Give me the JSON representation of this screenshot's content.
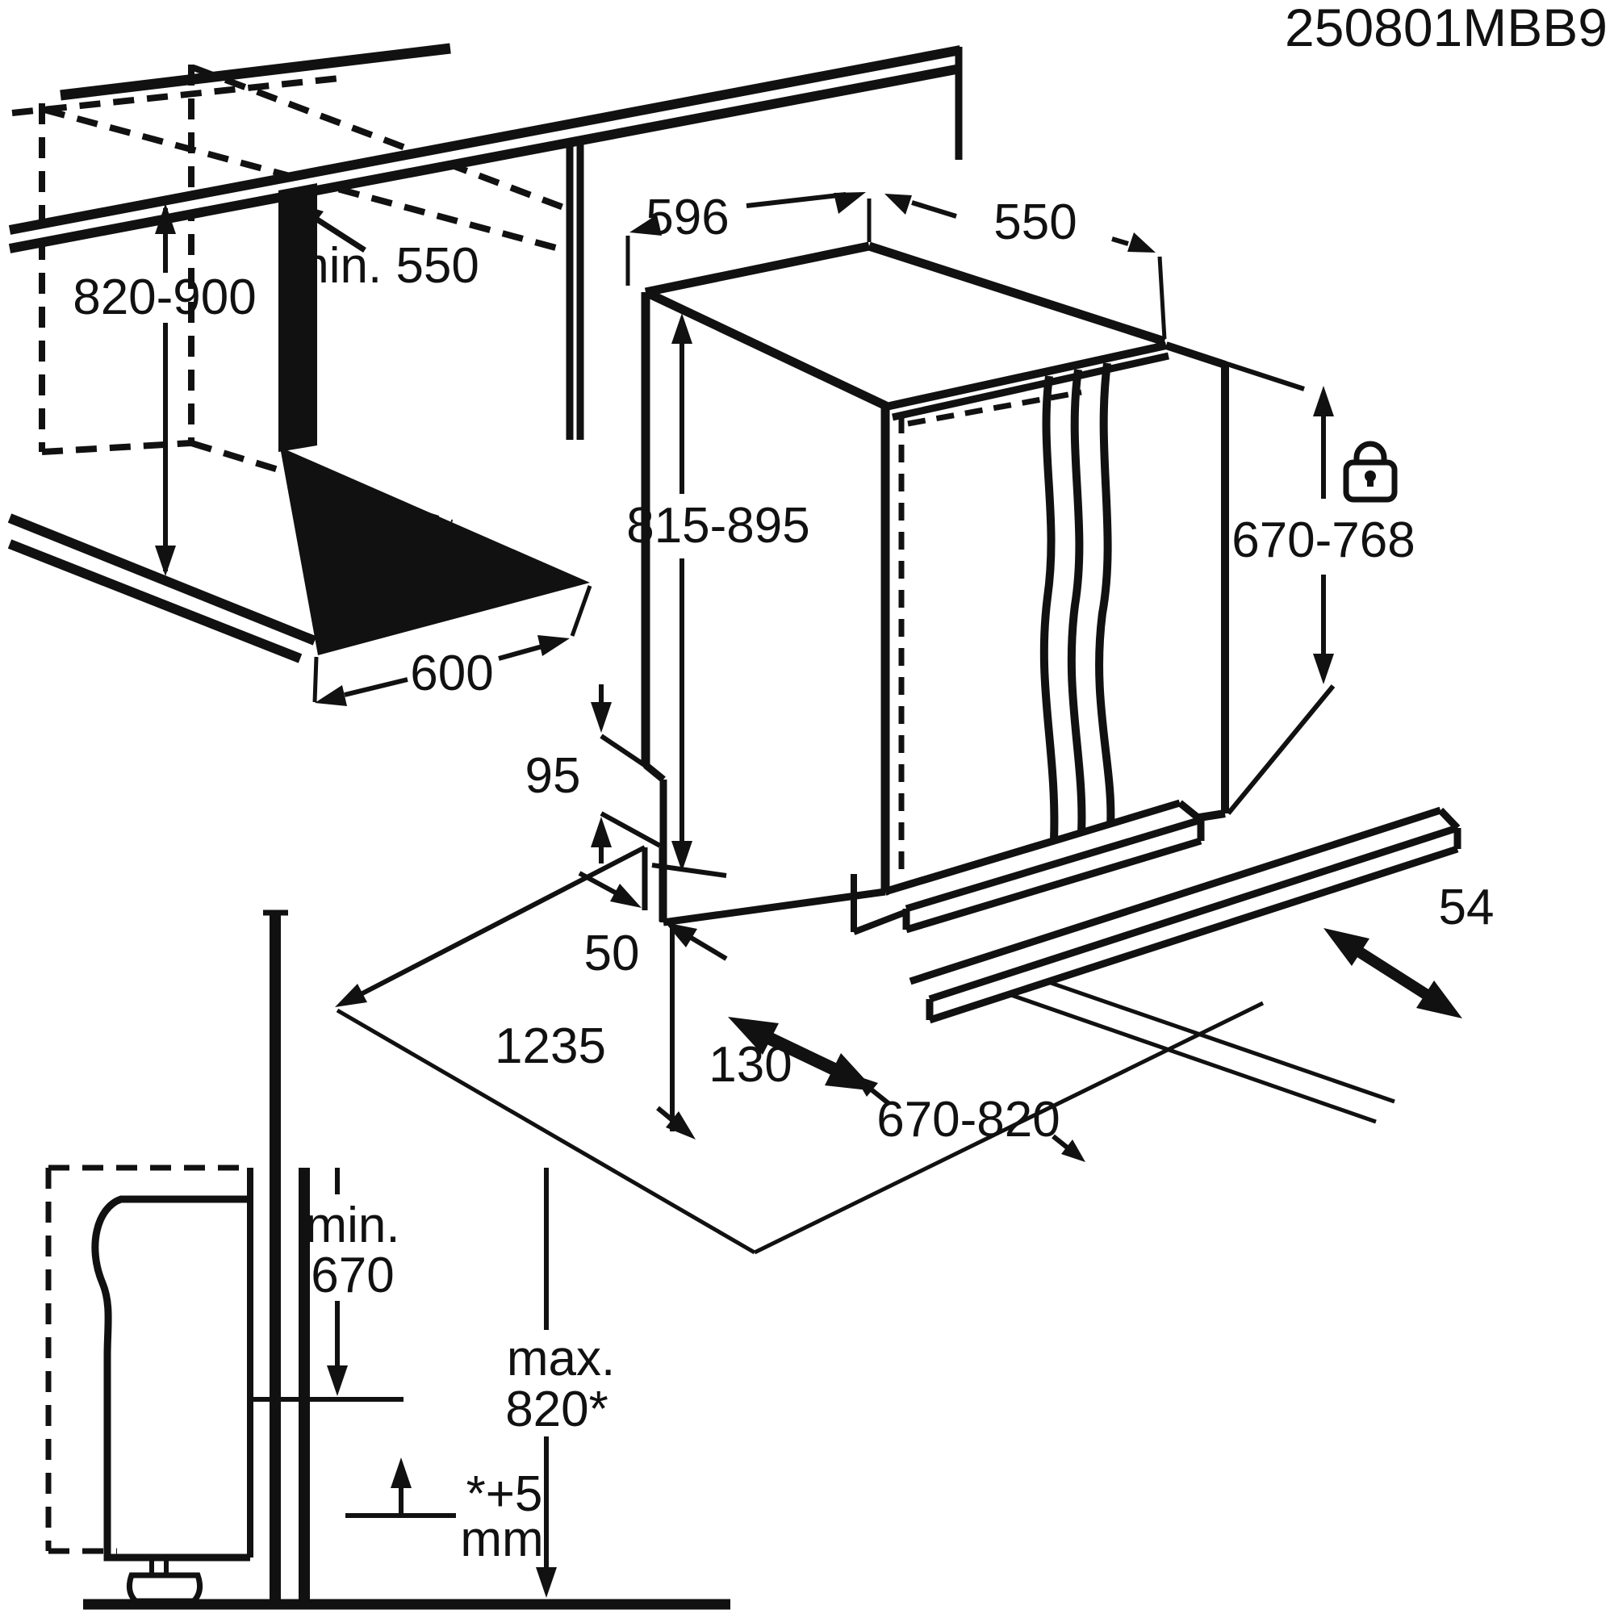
{
  "meta": {
    "drawing_code": "250801MBB9",
    "units": "mm",
    "diagram_type": "built-in dishwasher installation dimensions"
  },
  "labels": {
    "code": "250801MBB9",
    "niche_height": "820-900",
    "niche_depth": "min. 550",
    "niche_width": "600",
    "appliance_width": "596",
    "appliance_depth": "550",
    "appliance_height": "815-895",
    "rear_step": "95",
    "side_gap": "50",
    "pullout_depth": "1235",
    "plinth_recess": "130",
    "door_travel": "670-820",
    "plinth_adjust": "54",
    "front_panel_height": "670-768",
    "detail_min_label": "min.",
    "detail_min_value": "670",
    "detail_max_label": "max.",
    "detail_max_value": "820*",
    "foot_adjust": "*+5",
    "foot_adjust_unit": "mm"
  },
  "icons": {
    "lock": "padlock-with-keyhole"
  }
}
